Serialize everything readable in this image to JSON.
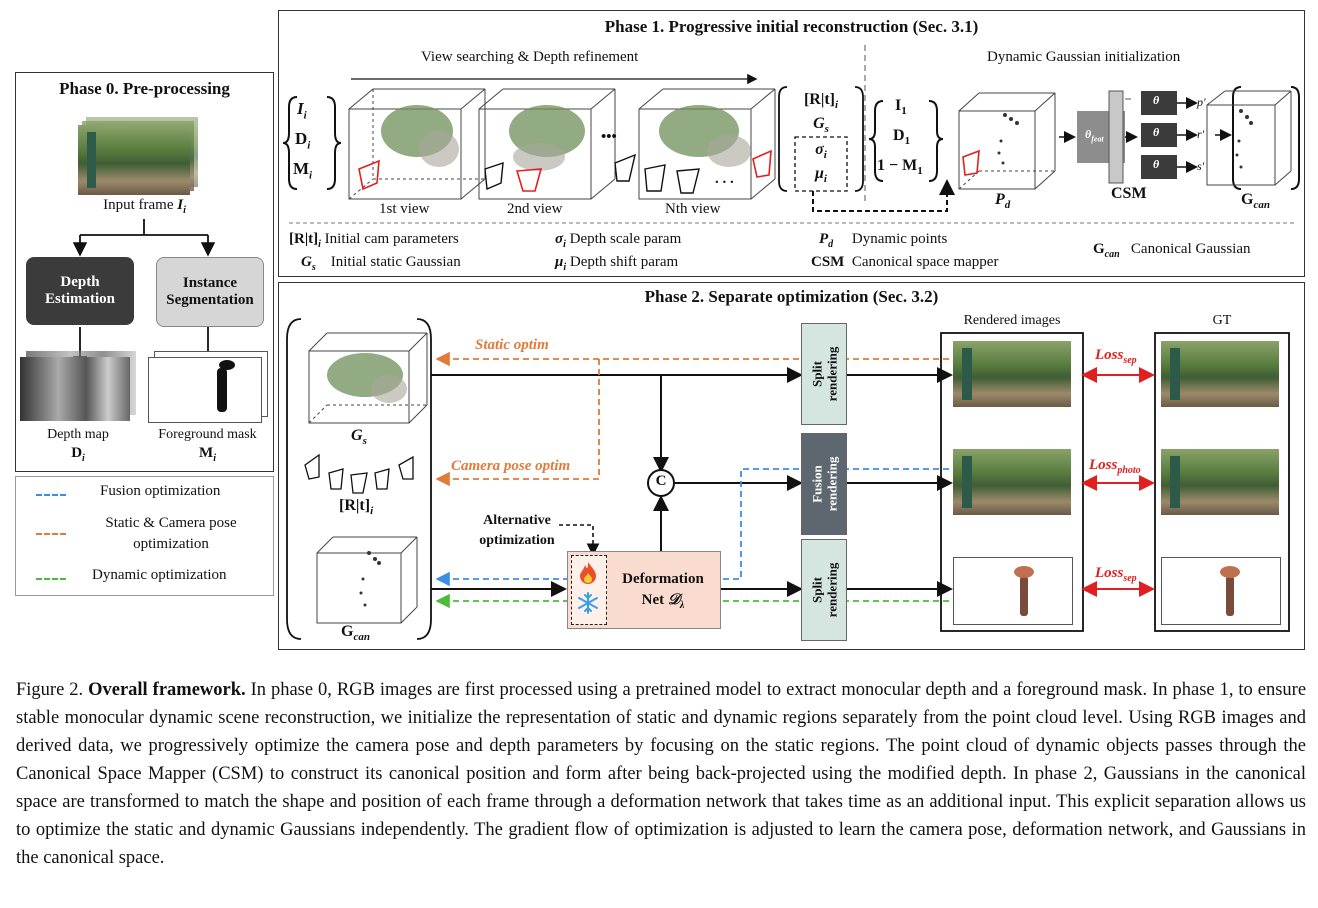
{
  "phase0": {
    "title": "Phase 0. Pre-processing",
    "input_label": "Input frame",
    "input_sym": "I",
    "input_sub": "i",
    "depth_box": "Depth Estimation",
    "inst_box": "Instance Segmentation",
    "depth_map_label": "Depth map",
    "depth_map_sym": "D",
    "fg_label": "Foreground mask",
    "fg_sym": "M",
    "sub_i": "i"
  },
  "legend": {
    "items": [
      {
        "label": "Fusion optimization",
        "color": "#3a8ee6"
      },
      {
        "label": "Static & Camera pose optimization",
        "color": "#e07b39"
      },
      {
        "label": "Dynamic optimization",
        "color": "#4cbb3a"
      }
    ]
  },
  "phase1": {
    "title": "Phase 1. Progressive initial reconstruction (Sec. 3.1)",
    "left_heading": "View searching & Depth refinement",
    "right_heading": "Dynamic Gaussian initialization",
    "inputs": [
      "I",
      "D",
      "M"
    ],
    "sub_i": "i",
    "view1": "1st view",
    "view2": "2nd view",
    "viewN": "Nth view",
    "ellipsis": "•••",
    "dots": ". . .",
    "rt": "[R|t]",
    "gs": "G",
    "gs_sub": "s",
    "sigma": "σ",
    "mu": "μ",
    "dyn_inputs": [
      "I",
      "D",
      "1 − M"
    ],
    "dyn_sub": "1",
    "pd": "P",
    "pd_sub": "d",
    "theta_feat": "θ",
    "theta_feat_sub": "feat",
    "theta_p": "θ",
    "theta_r": "θ",
    "theta_s": "θ",
    "out_p": "p′",
    "out_r": "r′",
    "out_s": "s′",
    "csm": "CSM",
    "gcan": "G",
    "gcan_sub": "can",
    "legend_rows": [
      {
        "sym": "[R|t]",
        "sub": "i",
        "text": "Initial cam parameters"
      },
      {
        "sym": "G",
        "sub": "s",
        "text": "Initial static Gaussian"
      },
      {
        "sym": "σ",
        "sub": "i",
        "text": "Depth scale param"
      },
      {
        "sym": "μ",
        "sub": "i",
        "text": "Depth shift param"
      },
      {
        "sym": "P",
        "sub": "d",
        "text": "Dynamic points"
      },
      {
        "sym": "CSM",
        "sub": "",
        "text": "Canonical space mapper"
      },
      {
        "sym": "G",
        "sub": "can",
        "text": "Canonical Gaussian"
      }
    ]
  },
  "phase2": {
    "title": "Phase 2. Separate optimization (Sec. 3.2)",
    "gs": "G",
    "gs_sub": "s",
    "rt": "[R|t]",
    "rt_sub": "i",
    "gcan": "G",
    "gcan_sub": "can",
    "static_optim": "Static optim",
    "camera_optim": "Camera pose optim",
    "alt_opt": "Alternative optimization",
    "concat": "C",
    "deform_line1": "Deformation",
    "deform_line2": "Net",
    "deform_sym": "𝒟",
    "deform_sub": "λ",
    "split1": "Split rendering",
    "fusion": "Fusion rendering",
    "split2": "Split rendering",
    "rendered": "Rendered images",
    "gt": "GT",
    "loss_sep": "Loss",
    "loss_sep_sub": "sep",
    "loss_photo": "Loss",
    "loss_photo_sub": "photo"
  },
  "caption": {
    "fig": "Figure 2.",
    "bold": "Overall framework.",
    "text": "In phase 0, RGB images are first processed using a pretrained model to extract monocular depth and a foreground mask. In phase 1, to ensure stable monocular dynamic scene reconstruction, we initialize the representation of static and dynamic regions separately from the point cloud level. Using RGB images and derived data, we progressively optimize the camera pose and depth parameters by focusing on the static regions. The point cloud of dynamic objects passes through the Canonical Space Mapper (CSM) to construct its canonical position and form after being back-projected using the modified depth. In phase 2, Gaussians in the canonical space are transformed to match the shape and position of each frame through a deformation network that takes time as an additional input. This explicit separation allows us to optimize the static and dynamic Gaussians independently. The gradient flow of optimization is adjusted to learn the camera pose, deformation network, and Gaussians in the canonical space."
  }
}
